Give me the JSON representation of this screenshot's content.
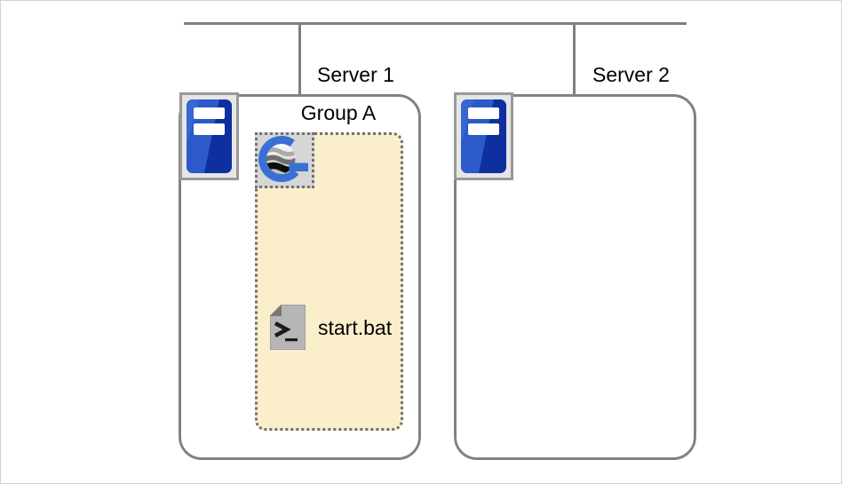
{
  "colors": {
    "canvas_bg": "#ffffff",
    "frame_border": "#d4d4d4",
    "connector": "#7f7f7f",
    "node_border": "#828282",
    "node_fill": "#ffffff",
    "icon_bg": "#e6e6e6",
    "icon_border": "#999999",
    "g_icon_bg": "#d6d6d6",
    "group_fill": "#fbeecb",
    "group_border": "#707070",
    "server_blue_light": "#2c5bc9",
    "server_blue_dark": "#0e2f9e",
    "g_logo_blue": "#3a70d4",
    "doc_gray": "#b6b6b6",
    "doc_fold_gray": "#787878",
    "text": "#000000"
  },
  "network": {
    "bus": {
      "name": "network-bus"
    },
    "drops": [
      {
        "to": "server1"
      },
      {
        "to": "server2"
      }
    ]
  },
  "nodes": {
    "server1": {
      "label": "Server 1"
    },
    "server2": {
      "label": "Server 2"
    },
    "group_a": {
      "label": "Group A"
    },
    "script": {
      "label": "start.bat"
    }
  },
  "icons": {
    "server1_icon": "server-tower-icon",
    "server2_icon": "server-tower-icon",
    "group_icon": "scheduler-g-globe-icon",
    "script_icon": "shell-script-file-icon"
  }
}
